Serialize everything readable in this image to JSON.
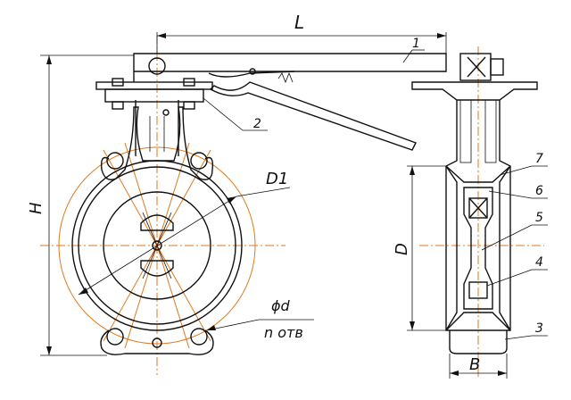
{
  "dimensions": {
    "length_label": "L",
    "height_label": "H",
    "bolt_circle_label": "D1",
    "hole_diameter_label": "ϕd",
    "hole_count_label": "n отв",
    "bore_label": "D",
    "width_label": "B"
  },
  "callouts": [
    "1",
    "2",
    "3",
    "4",
    "5",
    "6",
    "7"
  ],
  "colors": {
    "line": "#111111",
    "axis": "#e07a1f"
  }
}
